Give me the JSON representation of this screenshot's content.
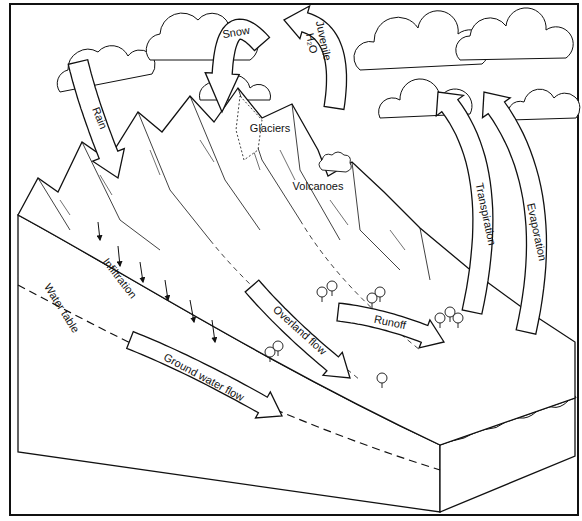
{
  "diagram": {
    "labels": [
      "Rain",
      "Snow",
      "Juvenile H₂O",
      "Glaciers",
      "Volcanoes",
      "Transpiration",
      "Evaporation",
      "Infiltration",
      "Water table",
      "Overland flow",
      "Runoff",
      "Ground water flow"
    ]
  }
}
